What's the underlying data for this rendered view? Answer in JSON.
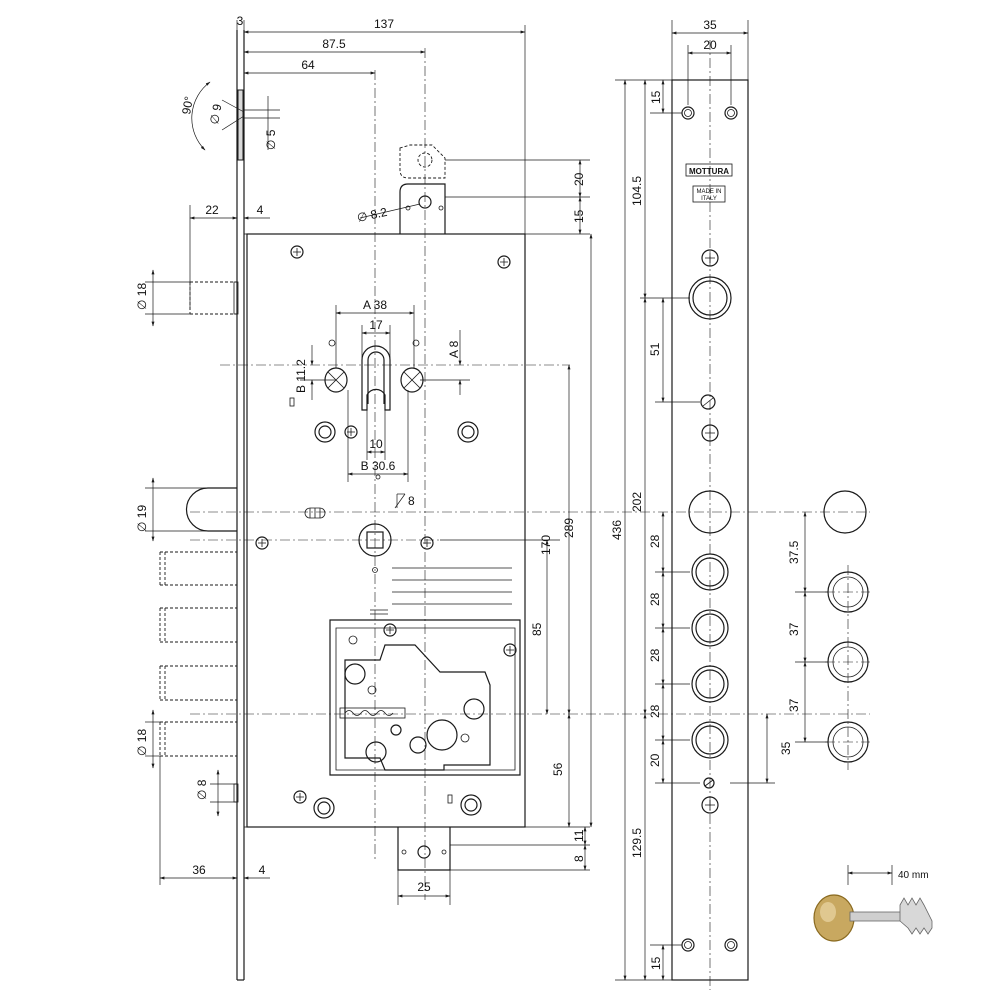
{
  "dimensions": {
    "top_3": "3",
    "top_137": "137",
    "top_87_5": "87.5",
    "top_64": "64",
    "angle_90": "90°",
    "dia_9": "∅ 9",
    "dia_5": "∅ 5",
    "dia_8_2": "∅ 8.2",
    "d_20_keeper": "20",
    "d_15_body": "15",
    "d_22": "22",
    "d_4_top": "4",
    "dia_18_top": "∅ 18",
    "a_38": "A 38",
    "d_17": "17",
    "a_8": "A 8",
    "b_11_2": "B 11.2",
    "d_10": "10",
    "b_30_6": "B 30.6",
    "sq_8": "8",
    "dia_19": "∅ 19",
    "d_170": "170",
    "d_289": "289",
    "d_85": "85",
    "d_56": "56",
    "dia_18_bot": "∅ 18",
    "dia_8_bot": "∅ 8",
    "d_36": "36",
    "d_4_bot": "4",
    "d_25": "25",
    "d_11": "11",
    "d_8_bot": "8",
    "face_35": "35",
    "face_20": "20",
    "face_15_top": "15",
    "face_104_5": "104.5",
    "face_436": "436",
    "face_51": "51",
    "face_202": "202",
    "face_28_a": "28",
    "face_28_b": "28",
    "face_28_c": "28",
    "face_28_d": "28",
    "face_20_b": "20",
    "face_35_b": "35",
    "face_129_5": "129.5",
    "face_15_bot": "15",
    "bolt_37_5": "37.5",
    "bolt_37_a": "37",
    "bolt_37_b": "37",
    "key_40mm": "40 mm"
  },
  "faceplate": {
    "brand": "MOTTURA",
    "made_in": "MADE IN",
    "country": "ITALY"
  },
  "colors": {
    "line": "#1a1a1a",
    "key_brass": "#c8a860",
    "key_brass_dark": "#8a6a20"
  }
}
